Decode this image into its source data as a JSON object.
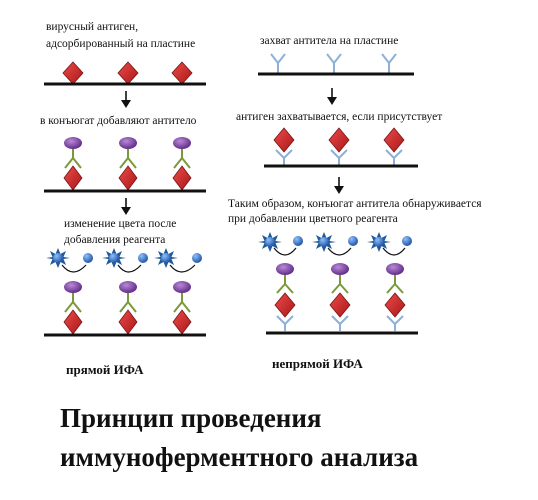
{
  "direct": {
    "label_1_line1": "вирусный антиген,",
    "label_1_line2": "адсорбированный на пластине",
    "label_2": "в конъюгат добавляют антитело",
    "label_3_line1": "изменение цвета после",
    "label_3_line2": "добавления реагента",
    "caption": "прямой ИФА"
  },
  "indirect": {
    "label_1": "захват антитела на пластине",
    "label_2": "антиген захватывается, если присутствует",
    "label_3_line1": "Таким образом, конъюгат антитела обнаруживается",
    "label_3_line2": "при добавлении цветного реагента",
    "caption": "непрямой ИФА"
  },
  "title": {
    "line1": "Принцип проведения",
    "line2": "иммуноферментного анализа"
  },
  "colors": {
    "antigen": "#d62a2a",
    "antigen_dark": "#8e1515",
    "antibody_green": "#7a9a3a",
    "antibody_blue": "#8fb0d6",
    "enzyme": "#7a3aa0",
    "substrate": "#3a72c4",
    "product_star": "#1f5a9a",
    "plate": "#111111"
  }
}
